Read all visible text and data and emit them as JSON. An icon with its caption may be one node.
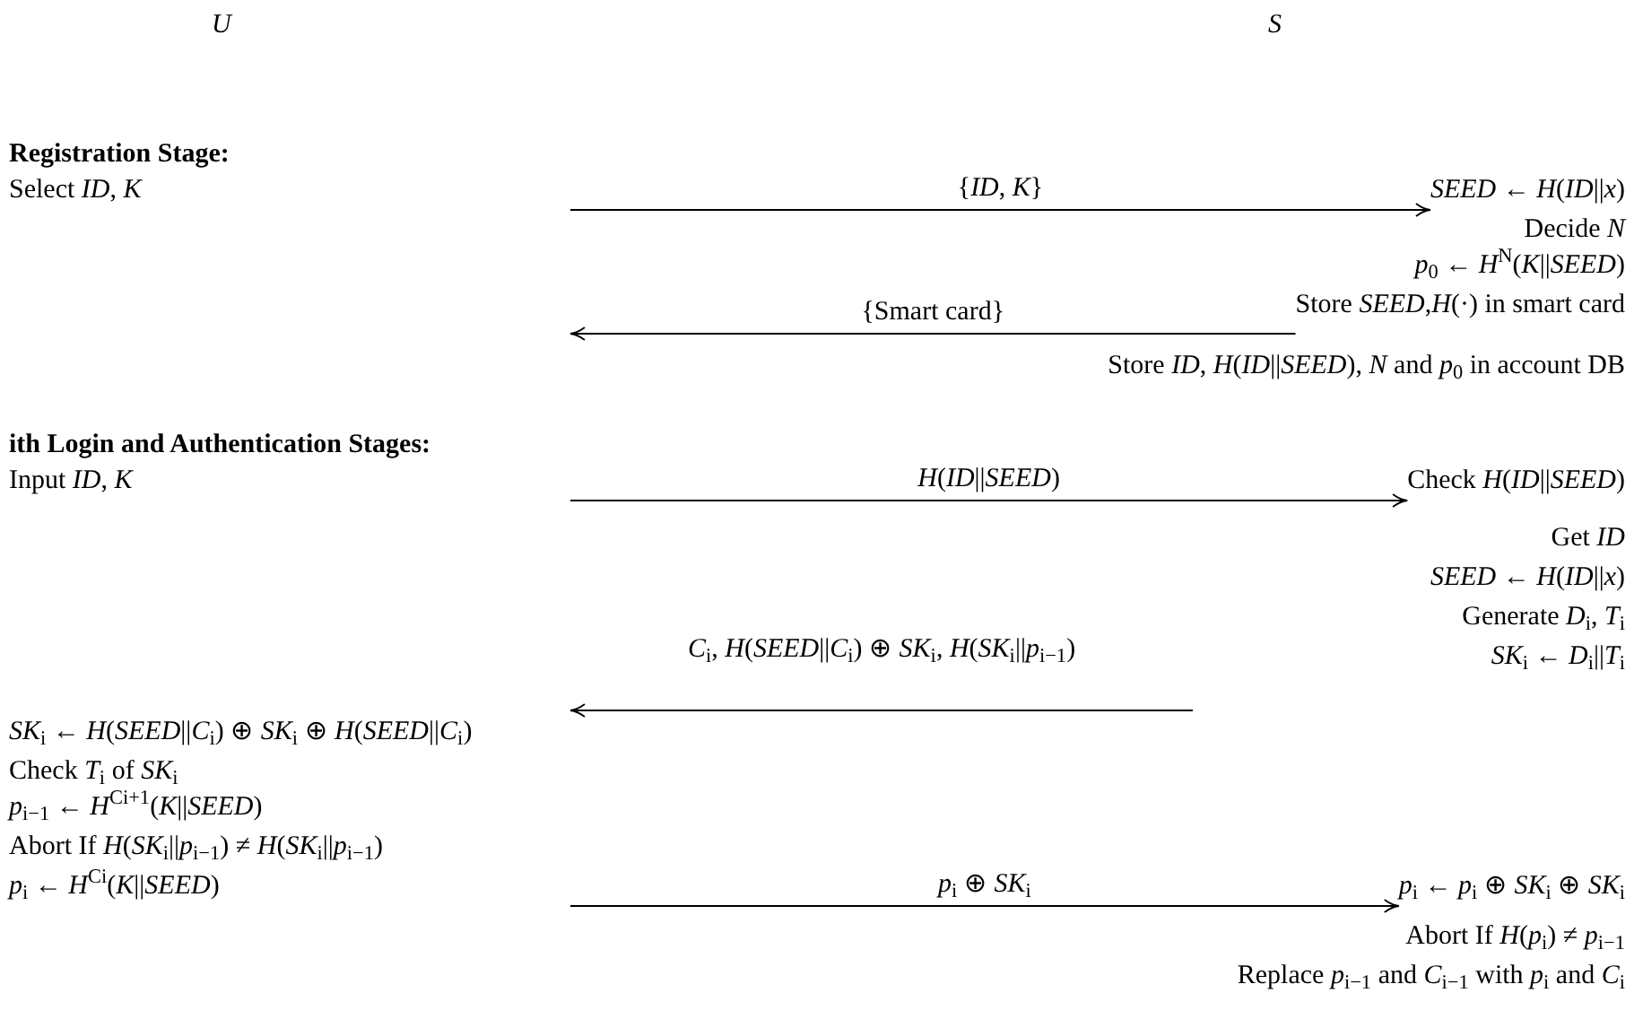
{
  "diagram": {
    "nodes": [
      {
        "text": [
          "*SEED* ← *H*(*ID*||*x*)"
        ]
      },
      {
        "text": [
          "Store *SEED*,*H*(·) in smart card"
        ]
      },
      {
        "text": [
          "Check *H*(*ID*||*SEED*)"
        ]
      },
      {
        "text": [
          "*SK*$_{i}$ ← *D*$_{i}$||*T*$_{i}$"
        ]
      },
      {
        "text": [
          "*SK*$_{i}$ ← *H*(*SEED*||*C*$_{i}$) ⊕ *SK*$_{i}$ ⊕ *H*(*SEED*||*C*$_{i}$)"
        ]
      },
      {
        "text": [
          "*p*$_{i}$ ← *p*$_{i}$ ⊕ *SK*$_{i}$ ⊕ *SK*$_{i}$"
        ]
      }
    ],
    "edges": [
      {
        "from": null,
        "to": 0,
        "arrow": "to",
        "label": "{*ID*, *K*}"
      },
      {
        "from": 1,
        "to": null,
        "arrow": "to",
        "label": "{Smart card}"
      },
      {
        "from": null,
        "to": 2,
        "arrow": "to",
        "label": "*H*(*ID*||*SEED*)"
      },
      {
        "from": null,
        "to": 4,
        "arrow": "to",
        "label": "*C*$_{i}$, *H*(*SEED*||*C*$_{i}$) ⊕ *SK*$_{i}$, *H*(*SK*$_{i}$||*p*$_{i−1}$)"
      },
      {
        "from": null,
        "to": 5,
        "arrow": "to",
        "label": "*p*$_{i}$ ⊕ *SK*$_{i}$"
      }
    ],
    "labels": [
      "U",
      "S",
      "Registration Stage:",
      "Select *ID*, *K*",
      "Decide *N*",
      "*p*$_{0}$ ← *H*$^{N}$(*K*||*SEED*)",
      "Store *ID*, *H*(*ID*||*SEED*), *N* and *p*$_{0}$ in account DB",
      "ith Login and Authentication Stages:",
      "Input *ID*, *K*",
      "Get *ID*",
      "*SEED* ← *H*(*ID*||*x*)",
      "Generate *D*$_{i}$, *T*$_{i}$",
      "Check *T*$_{i}$ of *SK*$_{i}$",
      "*p*$_{i−1}$ ← *H*$^{Ci+1}$(*K*||*SEED*)",
      "Abort If *H*(*SK*$_{i}$||*p*$_{i−1}$) ≠ *H*(*SK*$_{i}$||*p*$_{i−1}$)",
      "*p*$_{i}$ ← *H*$^{Ci}$(*K*||*SEED*)",
      "Abort If *H*(*p*$_{i}$) ≠ *p*$_{i−1}$",
      "Replace *p*$_{i−1}$ and *C*$_{i−1}$ with *p*$_{i}$ and *C*$_{i}$"
    ]
  }
}
